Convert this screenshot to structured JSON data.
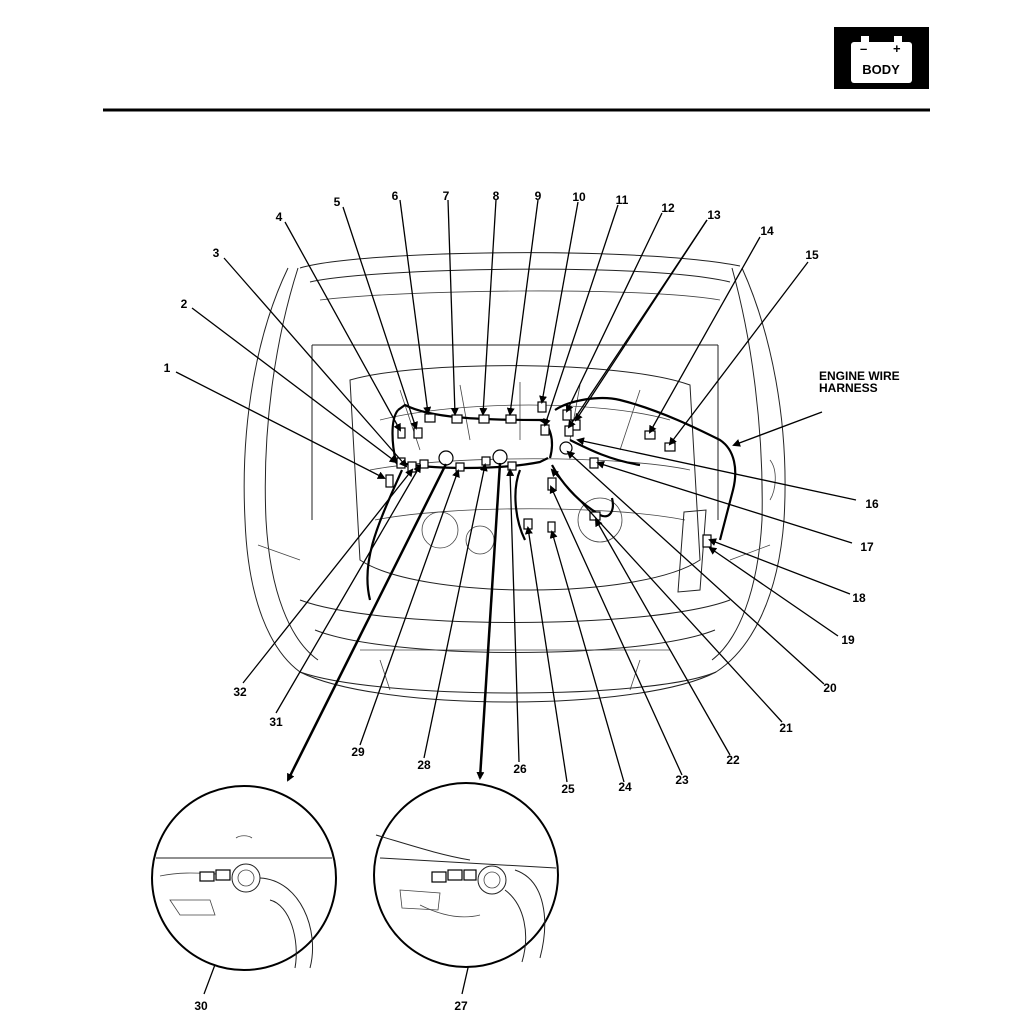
{
  "badge": {
    "label": "BODY",
    "minus": "–",
    "plus": "+"
  },
  "harness_label": {
    "line1": "ENGINE WIRE",
    "line2": "HARNESS"
  },
  "callouts": [
    "1",
    "2",
    "3",
    "4",
    "5",
    "6",
    "7",
    "8",
    "9",
    "10",
    "11",
    "12",
    "13",
    "14",
    "15",
    "16",
    "17",
    "18",
    "19",
    "20",
    "21",
    "22",
    "23",
    "24",
    "25",
    "26",
    "27",
    "28",
    "29",
    "30",
    "31",
    "32"
  ],
  "icons": {
    "badge": "battery-icon"
  }
}
